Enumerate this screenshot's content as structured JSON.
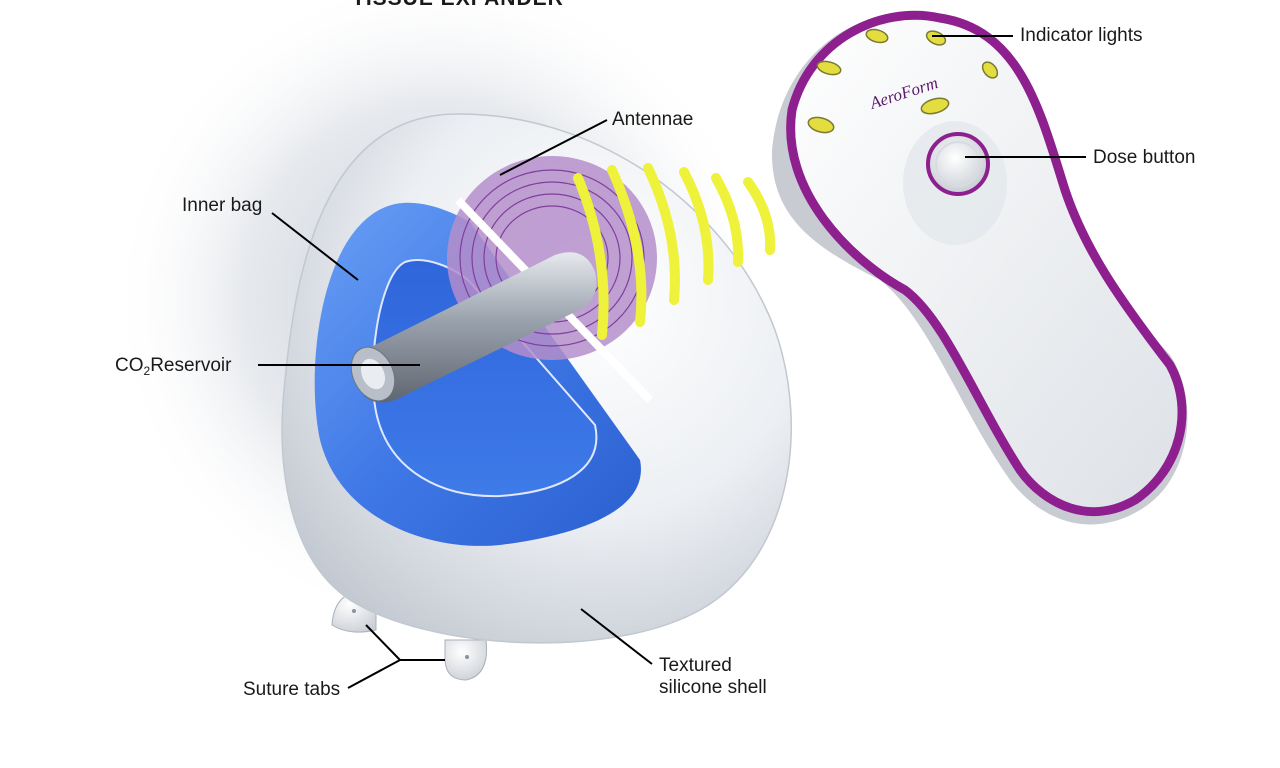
{
  "title": "TISSUE EXPANDER",
  "brand": {
    "logo_text": "AeroForm",
    "color": "#8e1f8f"
  },
  "labels": {
    "indicator_lights": "Indicator lights",
    "antennae": "Antennae",
    "dose_button": "Dose button",
    "inner_bag": "Inner bag",
    "co2_prefix": "CO",
    "co2_subscript": "2",
    "co2_suffix": "Reservoir",
    "suture_tabs": "Suture tabs",
    "shell_line1": "Textured",
    "shell_line2": "silicone shell"
  },
  "colors": {
    "inner_bag_blue": "#3f78e6",
    "signal_yellow": "#eef23a",
    "antenna_purple": "#9c6ab0",
    "controller_trim": "#8e1f8f",
    "indicator_light": "#e3dd40"
  },
  "icons": [
    "signal-wave-icon",
    "indicator-light-icon"
  ]
}
